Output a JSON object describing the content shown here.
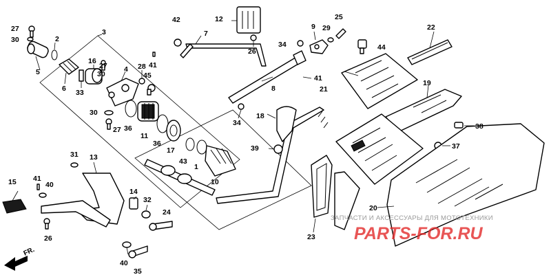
{
  "diagram": {
    "callouts": {
      "c27a": "27",
      "c30a": "30",
      "c2": "2",
      "c3": "3",
      "c5": "5",
      "c6": "6",
      "c16": "16",
      "c27b": "27",
      "c30b": "30",
      "c33": "33",
      "c4": "4",
      "c28": "28",
      "c45": "45",
      "c41a": "41",
      "c42": "42",
      "c12": "12",
      "c7": "7",
      "c26a": "26",
      "c9": "9",
      "c25": "25",
      "c29": "29",
      "c34a": "34",
      "c44": "44",
      "c22": "22",
      "c8": "8",
      "c41b": "41",
      "c21": "21",
      "c19": "19",
      "c18": "18",
      "c34b": "34",
      "c30c": "30",
      "c27c": "27",
      "c36a": "36",
      "c11": "11",
      "c36b": "36",
      "c17": "17",
      "c43": "43",
      "c1": "1",
      "c10": "10",
      "c39": "39",
      "c38": "38",
      "c37": "37",
      "c31": "31",
      "c13": "13",
      "c15": "15",
      "c41c": "41",
      "c40a": "40",
      "c14": "14",
      "c32": "32",
      "c24": "24",
      "c26b": "26",
      "c40b": "40",
      "c35": "35",
      "c20": "20",
      "c23": "23"
    },
    "direction_label": "FR."
  },
  "watermark": {
    "caption": "ЗАПЧАСТИ И АКСЕССУАРЫ ДЛЯ МОТОТЕХНИКИ",
    "brand": "PARTS-FOR.RU"
  }
}
